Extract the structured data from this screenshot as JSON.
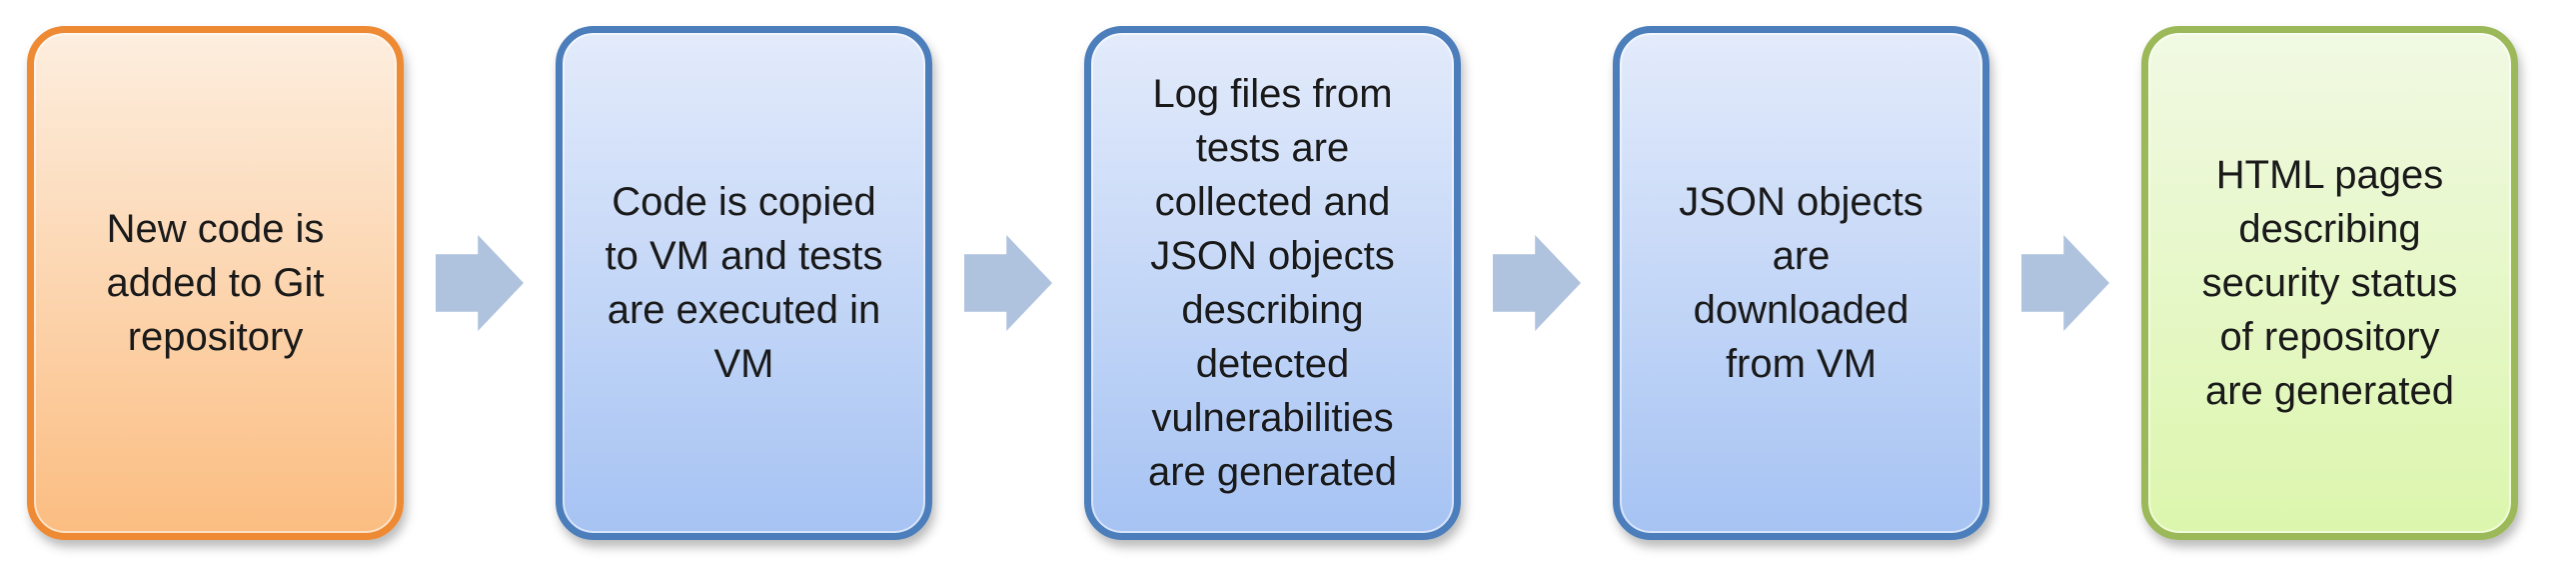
{
  "diagram": {
    "type": "process-flow",
    "background": "#ffffff",
    "arrow_color": "#afc2de",
    "text_color": "#1a1a1a",
    "steps": [
      {
        "id": "step-1",
        "text": "New code is\nadded to Git\nrepository",
        "fill_top": "#fdeedf",
        "fill_bottom": "#fbbd81",
        "border": "#ed8a33"
      },
      {
        "id": "step-2",
        "text": "Code is copied\nto VM and tests\nare executed in\nVM",
        "fill_top": "#e3ebfb",
        "fill_bottom": "#a6c3f3",
        "border": "#4b7ebb"
      },
      {
        "id": "step-3",
        "text": "Log files from\ntests are\ncollected and\nJSON objects\ndescribing\ndetected\nvulnerabilities\nare generated",
        "fill_top": "#e3ebfb",
        "fill_bottom": "#a6c3f3",
        "border": "#4b7ebb"
      },
      {
        "id": "step-4",
        "text": "JSON objects\nare\ndownloaded\nfrom VM",
        "fill_top": "#e3ebfb",
        "fill_bottom": "#a6c3f3",
        "border": "#4b7ebb"
      },
      {
        "id": "step-5",
        "text": "HTML pages\ndescribing\nsecurity status\nof repository\nare generated",
        "fill_top": "#f1f9e3",
        "fill_bottom": "#dcf6ad",
        "border": "#9bb958"
      }
    ]
  }
}
